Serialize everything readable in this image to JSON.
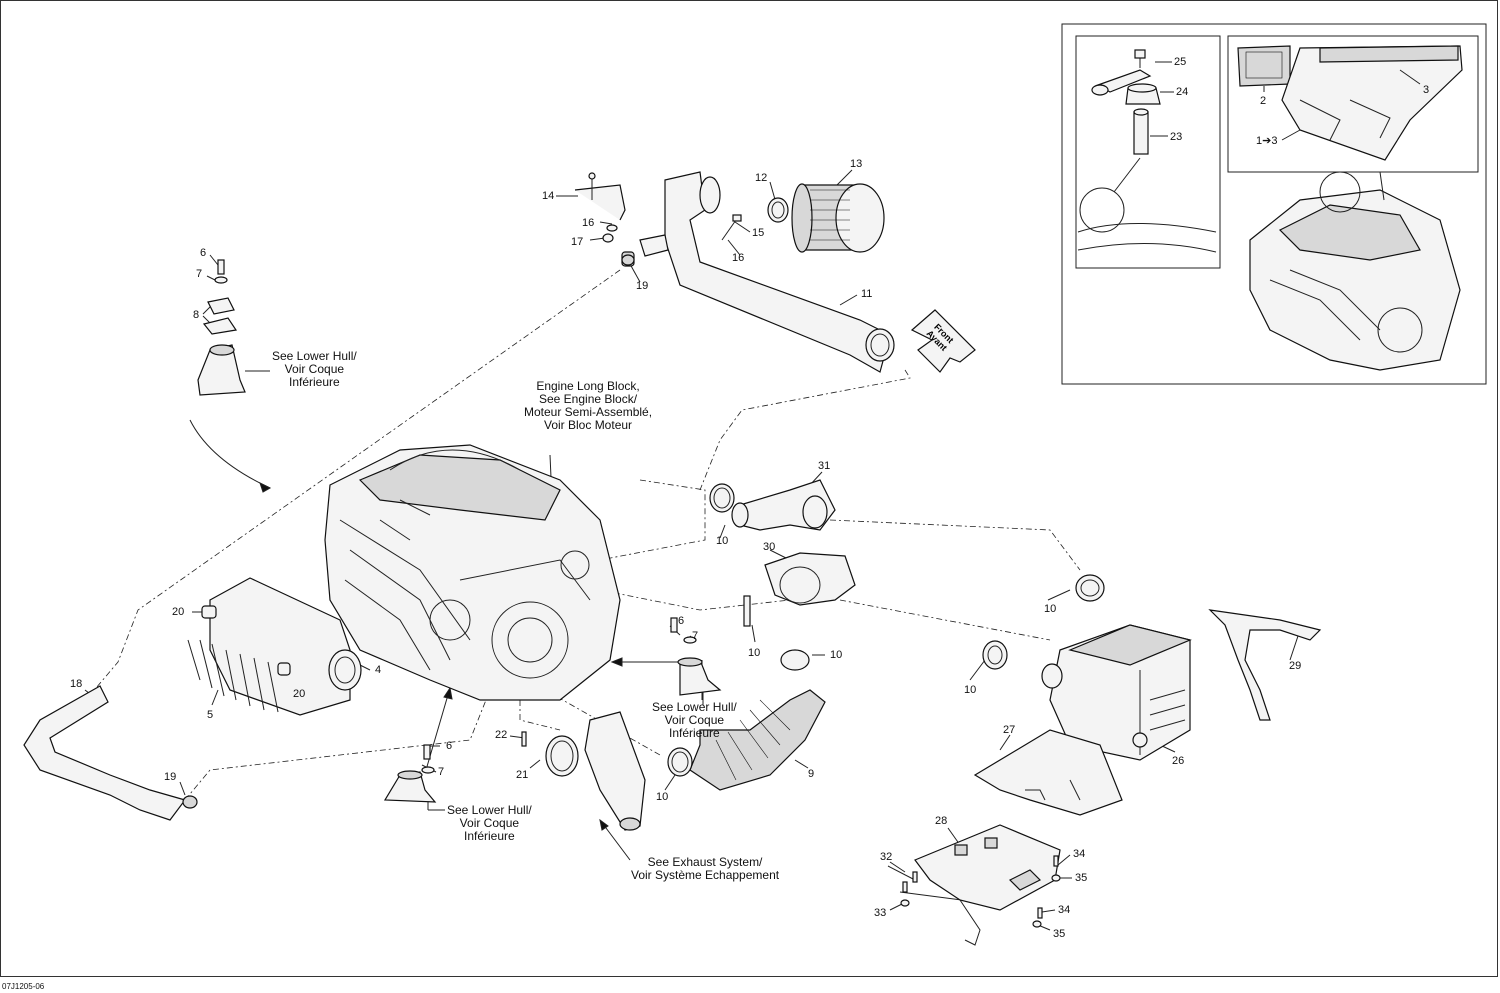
{
  "document_number": "07J1205-06",
  "inset_callouts": {
    "c25": "25",
    "c24": "24",
    "c23": "23",
    "c2": "2",
    "c3": "3",
    "c1to3": "1➔3"
  },
  "callouts": {
    "c14": "14",
    "c16a": "16",
    "c17": "17",
    "c12": "12",
    "c13": "13",
    "c15": "15",
    "c16b": "16",
    "c19a": "19",
    "c11": "11",
    "c6a": "6",
    "c7a": "7",
    "c8": "8",
    "c31": "31",
    "c10a": "10",
    "c30": "30",
    "c20a": "20",
    "c4": "4",
    "c20b": "20",
    "c5": "5",
    "c18": "18",
    "c6b": "6",
    "c7b": "7",
    "c10b": "10",
    "c10c": "10",
    "c10d": "10",
    "c10e": "10",
    "c29": "29",
    "c22": "22",
    "c21": "21",
    "c10f": "10",
    "c9": "9",
    "c27": "27",
    "c26": "26",
    "c19b": "19",
    "c6c": "6",
    "c7c": "7",
    "c28": "28",
    "c32": "32",
    "c33": "33",
    "c34a": "34",
    "c35a": "35",
    "c34b": "34",
    "c35b": "35"
  },
  "notes": {
    "lower_hull_1": [
      "See Lower Hull/",
      "Voir Coque",
      "Inférieure"
    ],
    "engine_block": [
      "Engine Long Block,",
      "See Engine Block/",
      "Moteur Semi-Assemblé,",
      "Voir Bloc Moteur"
    ],
    "lower_hull_2": [
      "See Lower Hull/",
      "Voir Coque",
      "Inférieure"
    ],
    "lower_hull_3": [
      "See Lower Hull/",
      "Voir Coque",
      "Inférieure"
    ],
    "exhaust": [
      "See Exhaust System/",
      "Voir Système Echappement"
    ]
  },
  "front_arrow": [
    "Front",
    "Avant"
  ]
}
